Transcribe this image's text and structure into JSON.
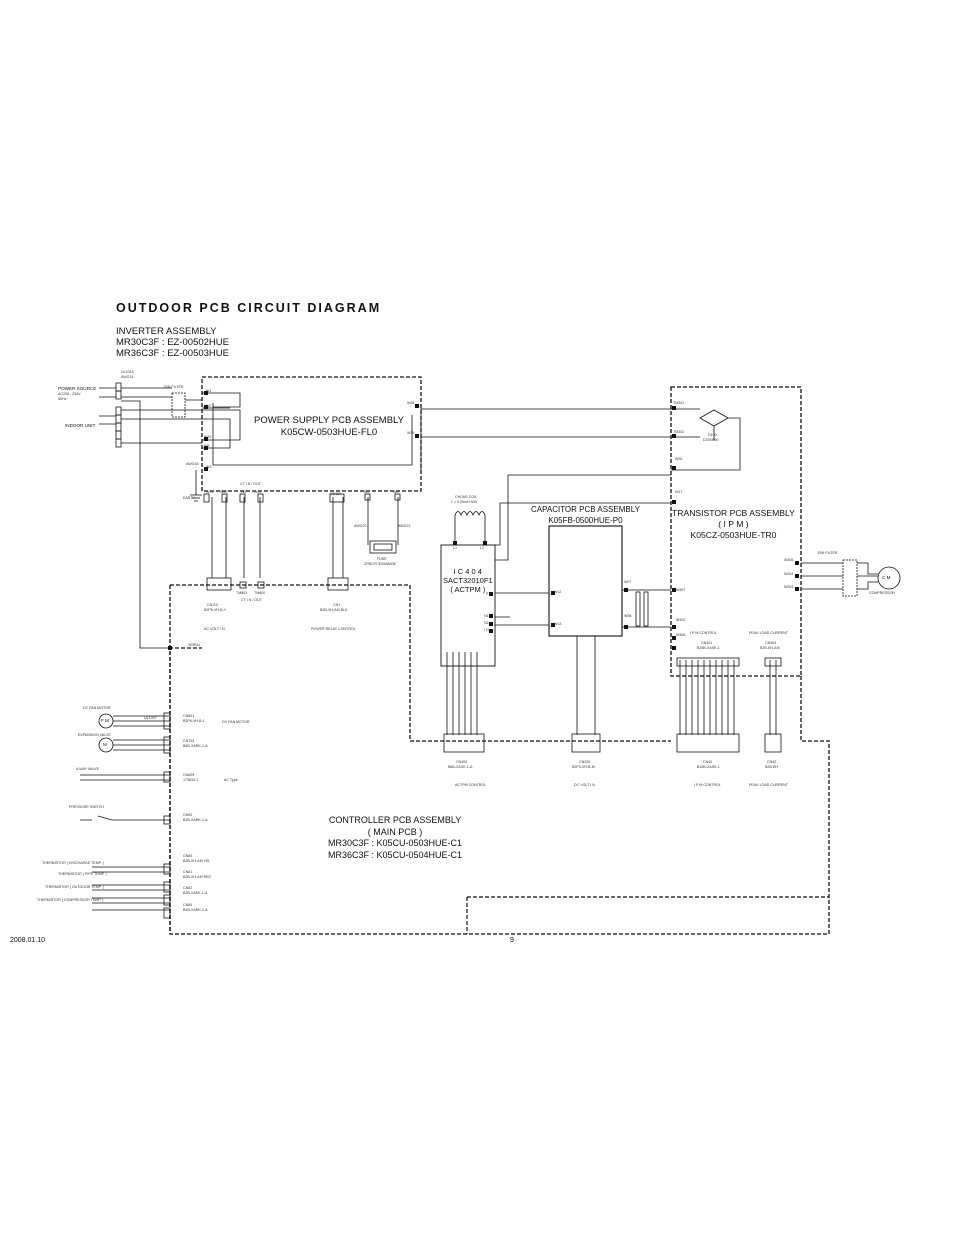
{
  "title": "OUTDOOR PCB CIRCUIT DIAGRAM",
  "header": {
    "line1": "INVERTER ASSEMBLY",
    "line2": "MR30C3F : EZ-00502HUE",
    "line3": "MR36C3F : EZ-00503HUE"
  },
  "assemblies": {
    "power_supply": {
      "line1": "POWER SUPPLY PCB ASSEMBLY",
      "line2": "K05CW-0503HUE-FL0"
    },
    "transistor": {
      "line1": "TRANSISTOR PCB ASSEMBLY",
      "line2": "( I P M )",
      "line3": "K05CZ-0503HUE-TR0"
    },
    "capacitor": {
      "line1": "CAPACITOR PCB ASSEMBLY",
      "line2": "K05FB-0500HUE-P0"
    },
    "ic404": {
      "line1": "I C 4 0 4",
      "line2": "SACT32010F1",
      "line3": "( ACTPM )"
    },
    "controller": {
      "line1": "CONTROLLER PCB ASSEMBLY",
      "line2": "( MAIN PCB )",
      "line3": "MR30C3F : K05CU-0503HUE-C1",
      "line4": "MR36C3F : K05CU-0504HUE-C1"
    }
  },
  "labels": {
    "power_source": "POWER SOURCE",
    "power_source_spec": "AC208 - 230V",
    "power_source_hz": "60Hz",
    "indoor_unit": "INDOOR UNIT",
    "emi_filter": "EMI FILTER",
    "emi_filter_right": "EMI FILTER",
    "earth": "EARTH",
    "ct_in_out_top": "CT  I N / OUT",
    "ct_in_out_bottom": "CT  I N / OUT",
    "ac_volt_in": "AC VOLT  I N",
    "power_relay_control": "POWER RELAY CONTROL",
    "choke_coil": "CHOKE COIL",
    "choke_coil_spec": "L = 0.26mH 30A",
    "fuse": "FUSE",
    "fuse_part": "ZPBOYCE000A008",
    "serial": "SERIAL",
    "dc_fan_motor_left": "DC FAN MOTOR",
    "dc_fan_motor_right": "DC FAN MOTOR",
    "expansion_valve": "EXPANSION VALVE",
    "four_way_valve": "4-WAY VALVE",
    "ac_type": "AC Type",
    "pressure_switch": "PRESSURE SWITCH",
    "therm_discharge": "THERMISTOR ( DISCHARGE TEMP. )",
    "therm_pipe": "THERMISTOR ( PIPE TEMP. )",
    "therm_outdoor": "THERMISTOR ( OUTDOOR TEMP. )",
    "therm_compressor": "THERMISTOR ( COMPRESSOR TEMP. )",
    "ipm_control_top": "I P M  CONTROL",
    "ipm_control_bottom": "I P M  CONTROL",
    "peak_load_top": "PEAK LOAD CURRENT",
    "peak_load_bottom": "PEAK LOAD CURRENT",
    "actpm_control": "ACTPM CONTROL",
    "dc_volt_in": "DC VOLT  I N",
    "compressor": "COMPRESSOR",
    "cm": "C M",
    "fm": "F M",
    "m": "M",
    "diode": "D100",
    "diode_part": "D25XB60"
  },
  "connectors": {
    "cn110": {
      "name": "CN110",
      "part": "B2P5-VH-B-Y"
    },
    "cn1": {
      "name": "CN1",
      "part": "B2B-XH-AM BLK"
    },
    "cn100": "CN100",
    "cn601": {
      "name": "CN601",
      "part": "B3P6-VH-B-L"
    },
    "cn703": {
      "name": "CN703",
      "part": "B6B-XARK-1-A"
    },
    "cn609": {
      "name": "CN609",
      "part": "179844-1"
    },
    "cn90": {
      "name": "CN90",
      "part": "B2B-XARK-1-A"
    },
    "cn80": {
      "name": "CN80",
      "part": "B2B-XH-AM YEL"
    },
    "cn81": {
      "name": "CN81",
      "part": "B2B-XH-AM RED"
    },
    "cn82": {
      "name": "CN82",
      "part": "B2B-XAEK-1-A"
    },
    "cn84": {
      "name": "CN84",
      "part": "B2B-XARK-1-A"
    },
    "cn400": {
      "name": "CN400",
      "part": "B6B-XASK-1-A"
    },
    "cn200": {
      "name": "CN200",
      "part": "B2P3-VH-B-M"
    },
    "cn40": {
      "name": "CN40",
      "part": "B15B-XASK-1"
    },
    "cn42": {
      "name": "CN42",
      "part": "B2B-EH"
    },
    "cn301": {
      "name": "CN301",
      "part": "B15B-XASK-1"
    },
    "cn303": {
      "name": "CN303",
      "part": "B2B-EH-AM"
    }
  },
  "terminals": {
    "w1": "W1",
    "w2": "W2",
    "w10": "W10",
    "w9": "W9",
    "w3": "W3",
    "w28": "W28",
    "w29": "W29",
    "w19": "W19",
    "w20": "W20",
    "w4": "W4",
    "w21": "W21",
    "w5": "W5",
    "w6": "W6",
    "tm301": "TM301",
    "tm302": "TM302",
    "w36": "W36",
    "w17": "W17",
    "l1": "L1",
    "l2": "L2",
    "p": "P",
    "n1": "N1",
    "n2": "N2",
    "io": "I O",
    "w12": "W12",
    "w13": "W13",
    "w07": "W07",
    "w08": "W08",
    "w307": "W307",
    "w302": "W302",
    "w306": "W306",
    "w305": "W305",
    "w304": "W304",
    "w303": "W303",
    "tm801": "TM801",
    "tm800": "TM800"
  },
  "wire_labels": {
    "ul1015": "UL1015",
    "awg14": "AWG14",
    "awg16": "AWG16",
    "awg20": "AWG20",
    "awg22": "AWG22",
    "ul1007": "UL1007"
  },
  "footer": {
    "date": "2008.01.10",
    "page": "9"
  },
  "colors": {
    "line": "#111111",
    "paper": "#ffffff"
  }
}
